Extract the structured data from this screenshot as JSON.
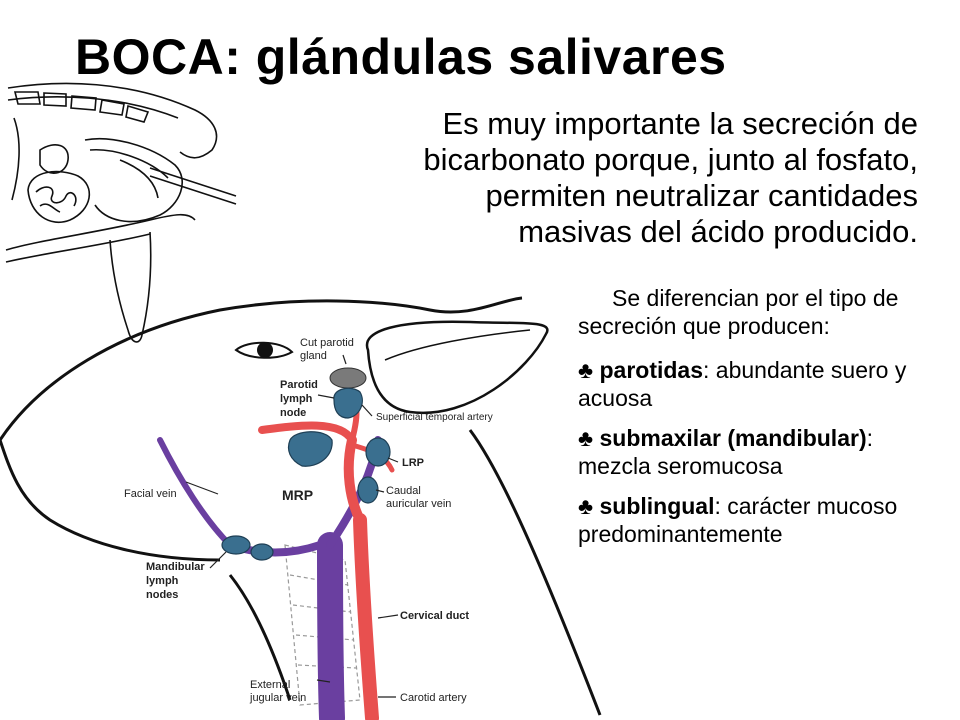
{
  "title": "BOCA: glándulas salivares",
  "intro_lines": [
    "Es muy importante la secreción de",
    "bicarbonato porque, junto al fosfato,",
    "permiten neutralizar cantidades",
    "masivas del ácido producido."
  ],
  "lead": "Se diferencian por el tipo de secreción que producen:",
  "bullet_symbol": "♣",
  "glands": [
    {
      "term": "parotidas",
      "desc": ": abundante suero y acuosa"
    },
    {
      "term": "submaxilar (mandibular)",
      "desc": ": mezcla seromucosa"
    },
    {
      "term": "sublingual",
      "desc": ": carácter mucoso predominantemente"
    }
  ],
  "figure_labels": {
    "cut_parotid_1": "Cut parotid",
    "cut_parotid_2": "gland",
    "parotid_1": "Parotid",
    "parotid_2": "lymph",
    "parotid_3": "node",
    "sup_temporal": "Superficial temporal artery",
    "facial_vein": "Facial vein",
    "lrp": "LRP",
    "mrp": "MRP",
    "caudal_1": "Caudal",
    "caudal_2": "auricular vein",
    "mandibular_1": "Mandibular",
    "mandibular_2": "lymph",
    "mandibular_3": "nodes",
    "cervical_duct": "Cervical duct",
    "external_1": "External",
    "external_2": "jugular vein",
    "carotid": "Carotid artery"
  },
  "colors": {
    "artery": "#e8504f",
    "vein": "#6a3fa0",
    "gland": "#3a6f8f",
    "node": "#7a7a7a"
  }
}
